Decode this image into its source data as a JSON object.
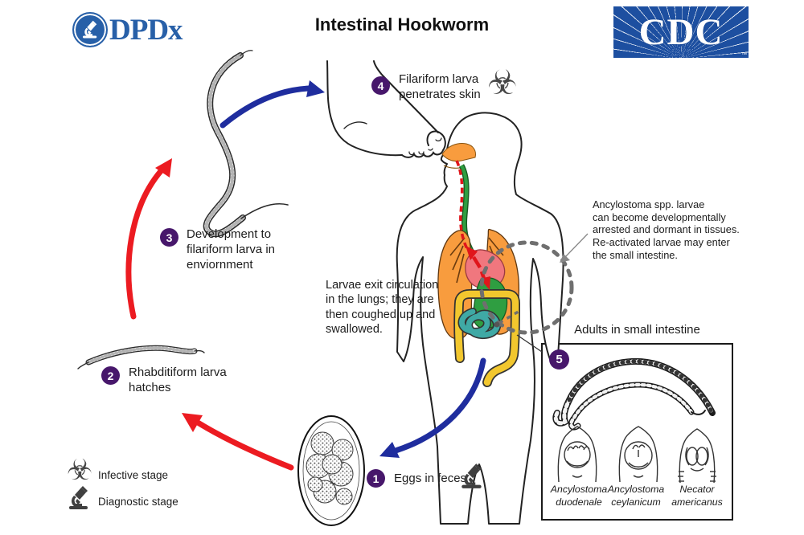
{
  "header": {
    "dpdx_logo_text": "DPDx",
    "title": "Intestinal Hookworm",
    "cdc_logo_text": "CDC",
    "cdc_trademark": "™"
  },
  "stages": {
    "s1": {
      "num": "1",
      "label": "Eggs in feces"
    },
    "s2": {
      "num": "2",
      "label": "Rhabditiform larva\nhatches"
    },
    "s3": {
      "num": "3",
      "label": "Development to\nfilariform larva in\nenviornment"
    },
    "s4": {
      "num": "4",
      "label": "Filariform larva\npenetrates skin"
    },
    "s5": {
      "num": "5"
    }
  },
  "notes": {
    "lungs": "Larvae exit circulation\nin the lungs;  they are\nthen coughed up and\nswallowed.",
    "dormant": "Ancylostoma spp. larvae\ncan become developmentally\narrested and dormant in tissues.\nRe-activated larvae may enter\nthe small intestine."
  },
  "box": {
    "title": "Adults in small intestine",
    "species": [
      "Ancylostoma\nduodenale",
      "Ancylostoma\nceylanicum",
      "Necator\namericanus"
    ]
  },
  "legend": {
    "infective": "Infective stage",
    "diagnostic": "Diagnostic stage",
    "biohazard_glyph": "☣"
  },
  "colors": {
    "stage_circle": "#47176B",
    "arrow_red": "#EC1B21",
    "arrow_blue": "#1F2D9E",
    "cdc_blue": "#1D4FA0",
    "dpdx_blue": "#2860A8",
    "lungs": "#F89C3E",
    "heart": "#F0777E",
    "stomach_esophagus": "#2F9E41",
    "large_intestine": "#F2C72E",
    "small_intestine": "#3FA9A5",
    "dashed_circle_gray": "#6F6F6F"
  }
}
